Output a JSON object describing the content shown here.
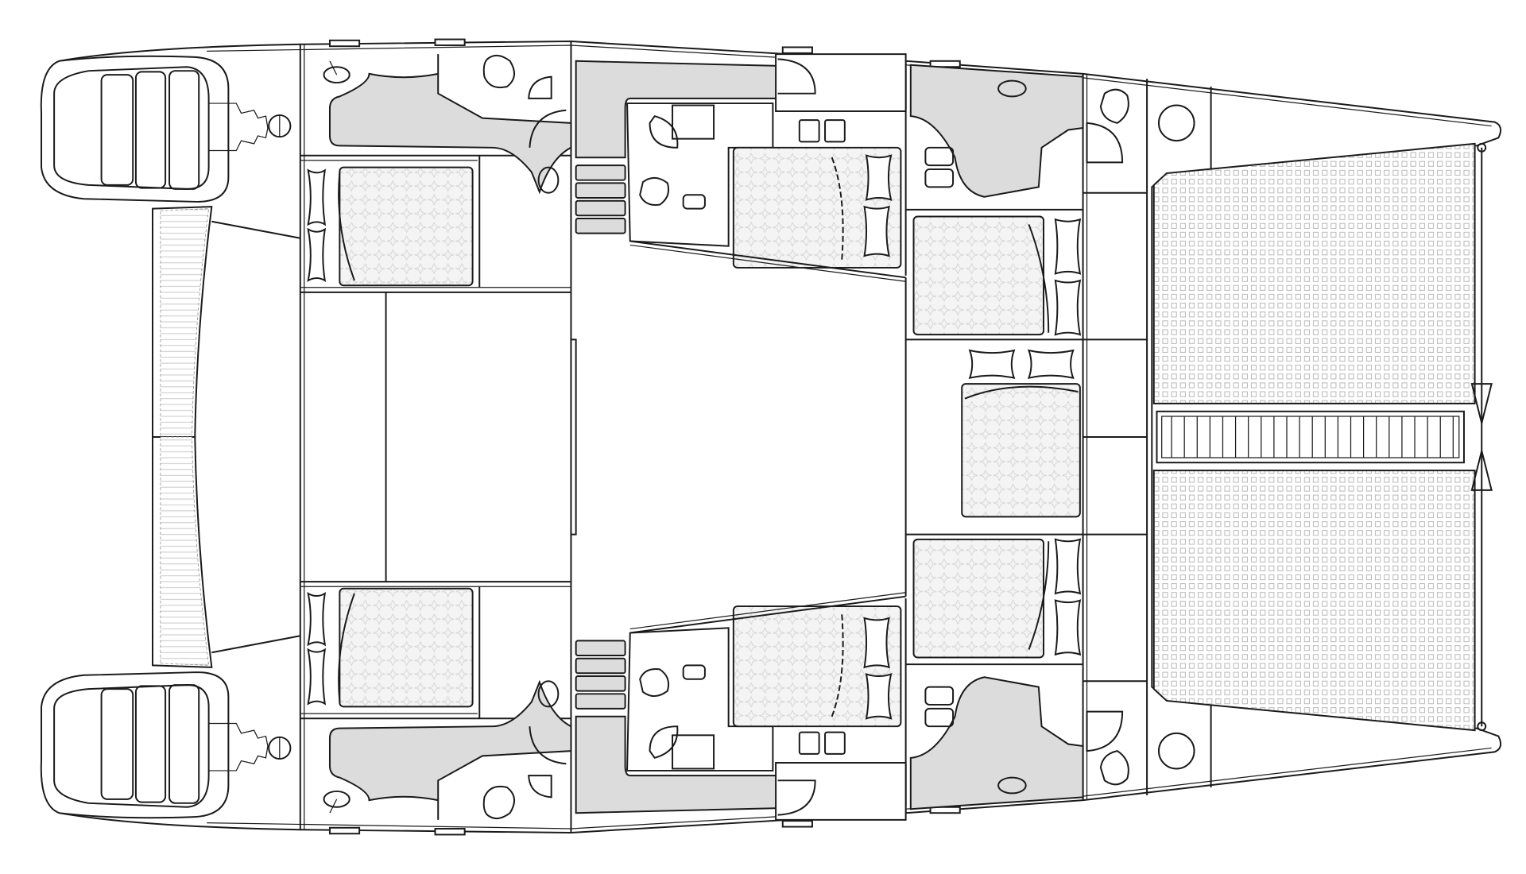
{
  "diagram": {
    "type": "catamaran-deck-layout",
    "colors": {
      "line": "#1a1a1a",
      "walkway_fill": "#dcdcdc",
      "bed_fill": "#f4f4f4",
      "bed_pattern": "#d6d6d6",
      "trampoline_pattern": "#b8b8b8",
      "background": "#ffffff"
    },
    "counts": {
      "double_cabins": 6,
      "heads": 6,
      "engines": 2
    }
  }
}
